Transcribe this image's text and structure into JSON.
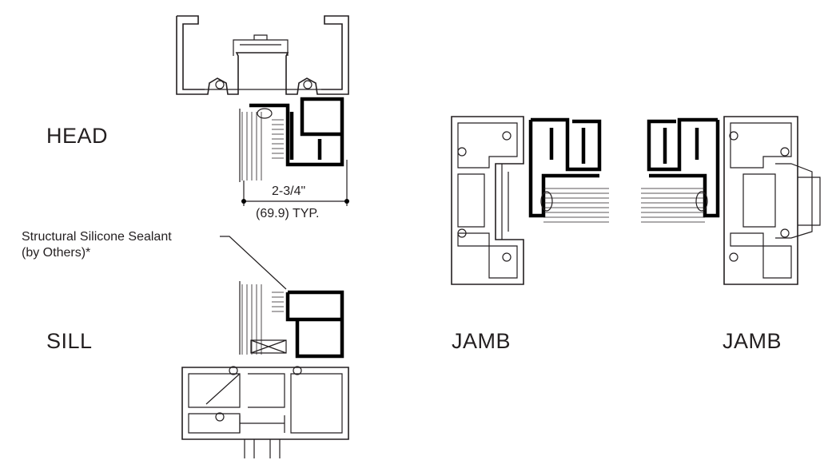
{
  "labels": {
    "head": "HEAD",
    "sill": "SILL",
    "jamb_left": "JAMB",
    "jamb_right": "JAMB"
  },
  "dimension": {
    "imperial": "2-3/4\"",
    "metric": "(69.9) TYP."
  },
  "callout": {
    "line1": "Structural Silicone Sealant",
    "line2": "(by Others)*"
  }
}
